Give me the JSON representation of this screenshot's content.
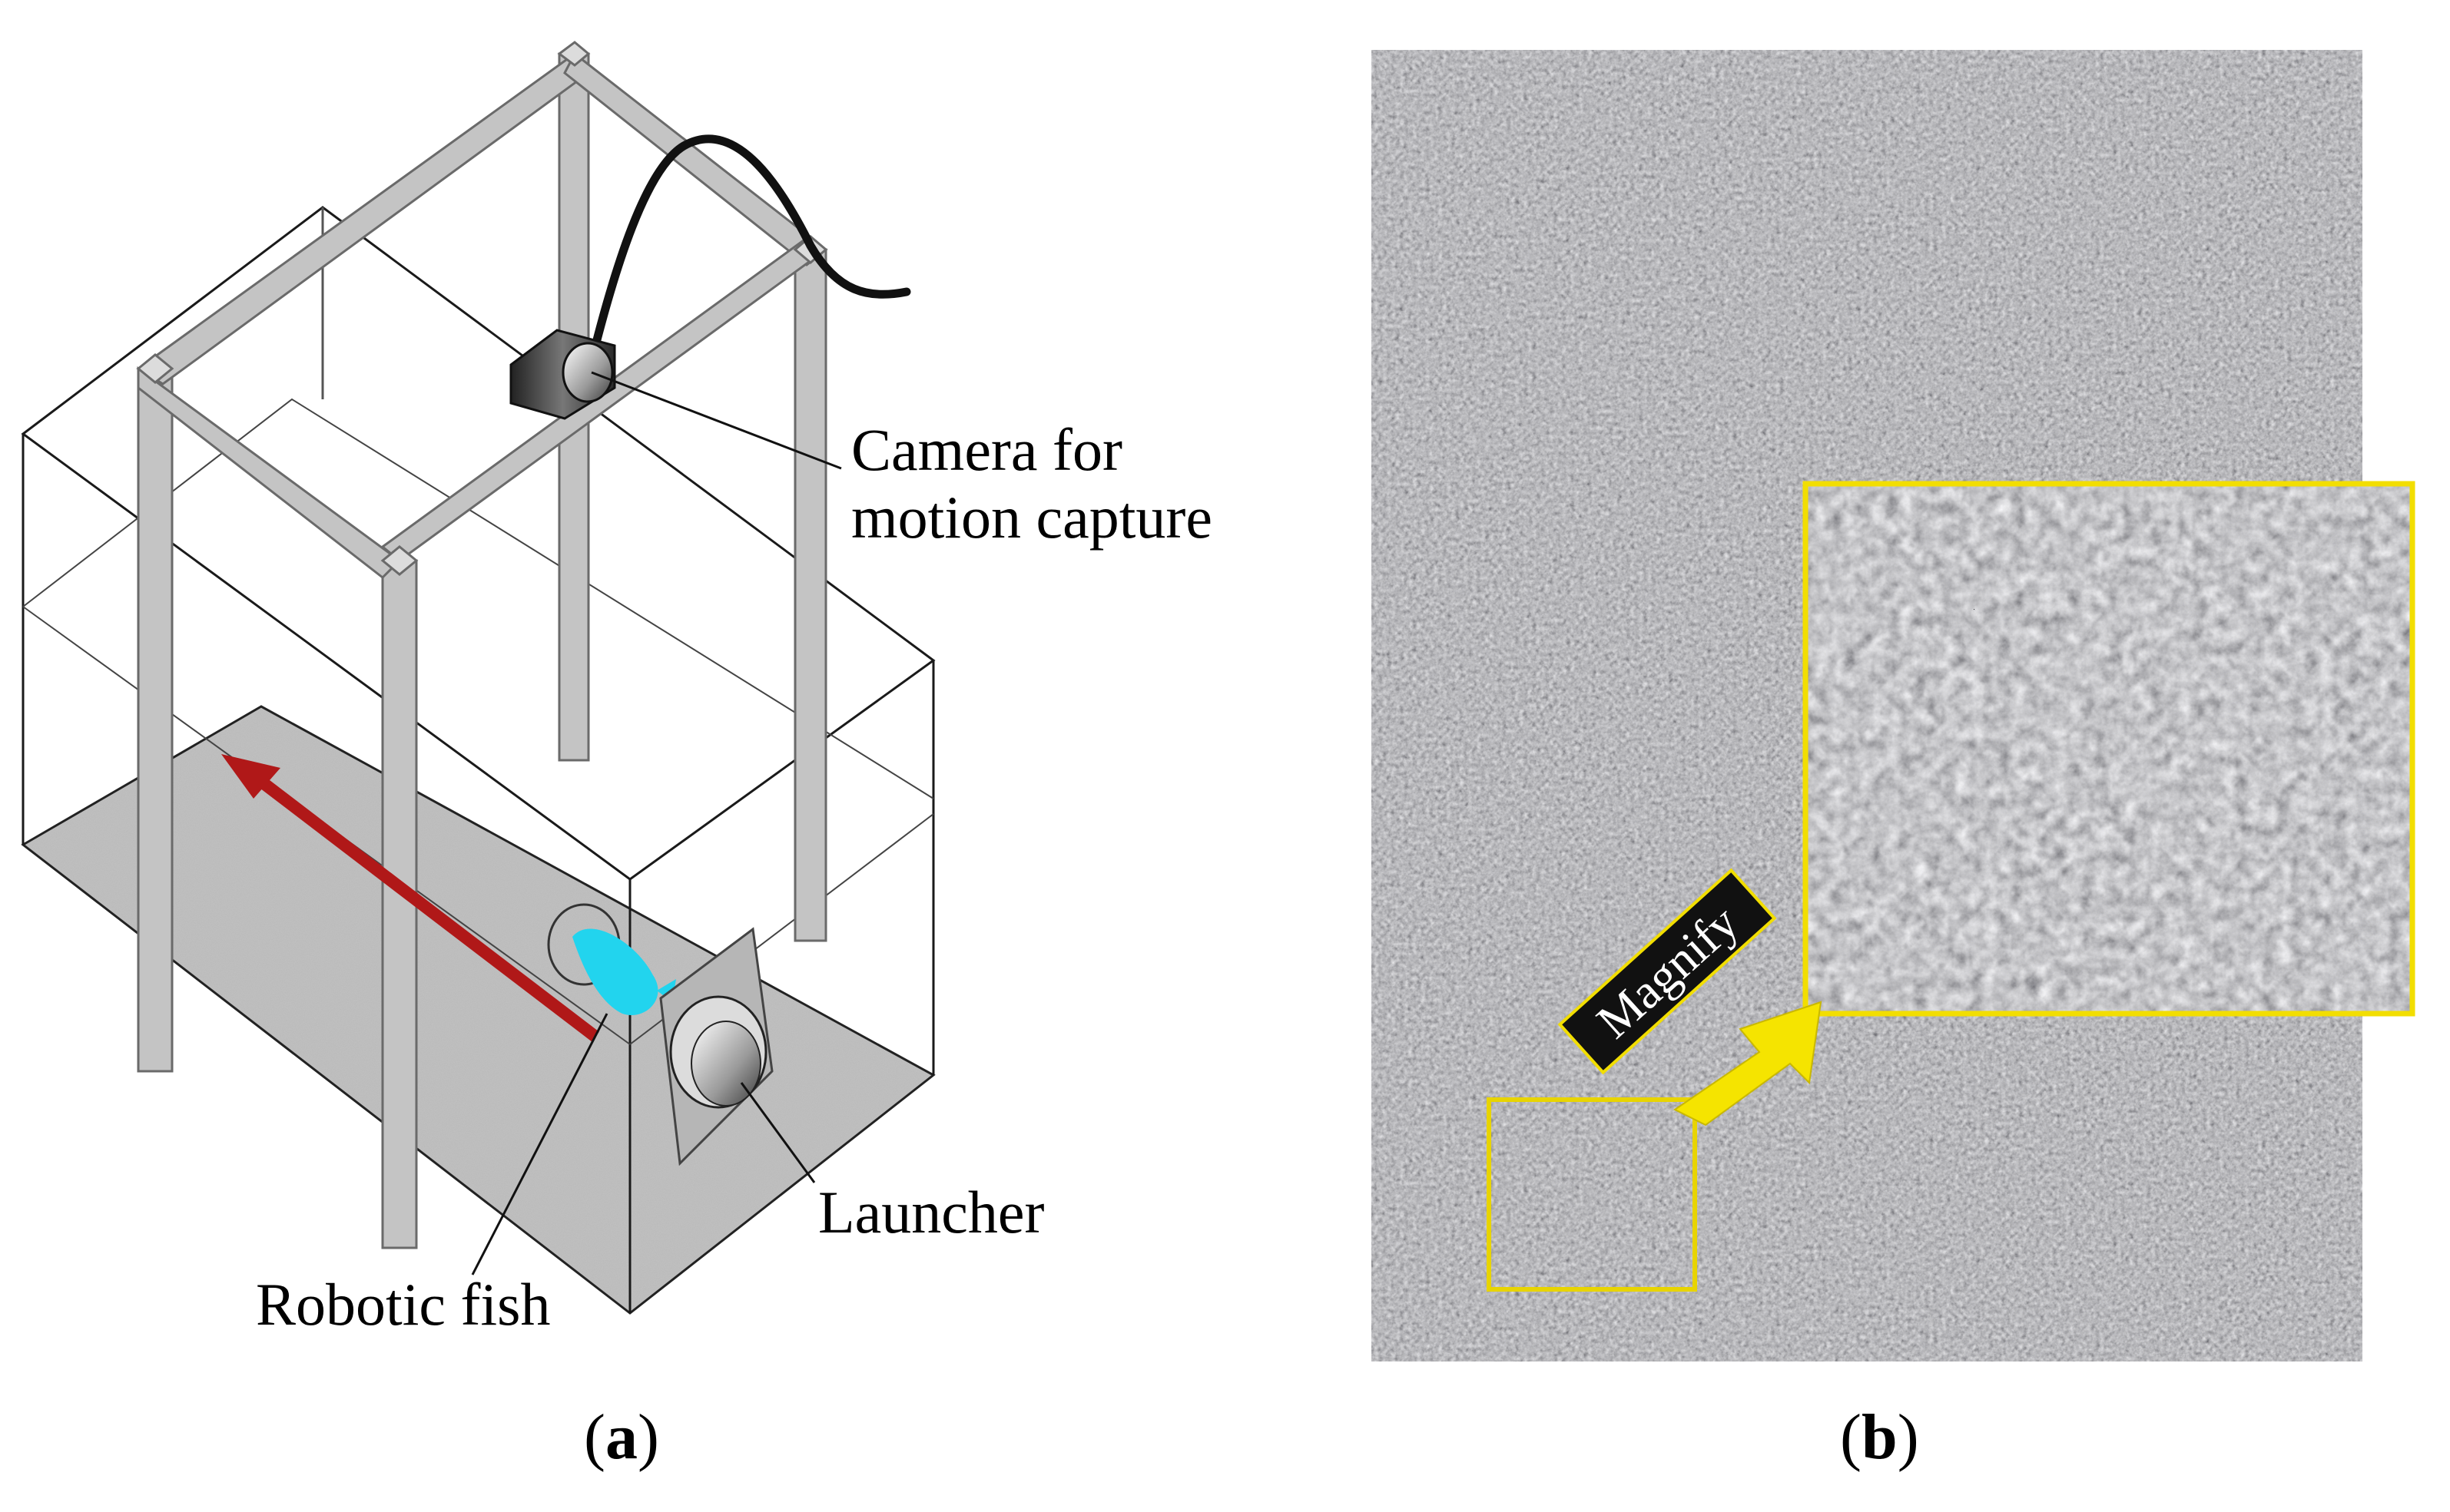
{
  "panel_a": {
    "label_open": "(",
    "label_letter": "a",
    "label_close": ")",
    "callout_camera_line1": "Camera for",
    "callout_camera_line2": "motion capture",
    "callout_launcher": "Launcher",
    "callout_fish": "Robotic fish"
  },
  "panel_b": {
    "label_open": "(",
    "label_letter": "b",
    "label_close": ")",
    "magnify_tag": "Magnify"
  },
  "colors": {
    "frame": "#c4c4c4",
    "frame_edge": "#6a6a6a",
    "arrow": "#b01818",
    "fish": "#22d4ee",
    "gravel_dark": "#3a3d42",
    "highlight": "#f2de00"
  }
}
